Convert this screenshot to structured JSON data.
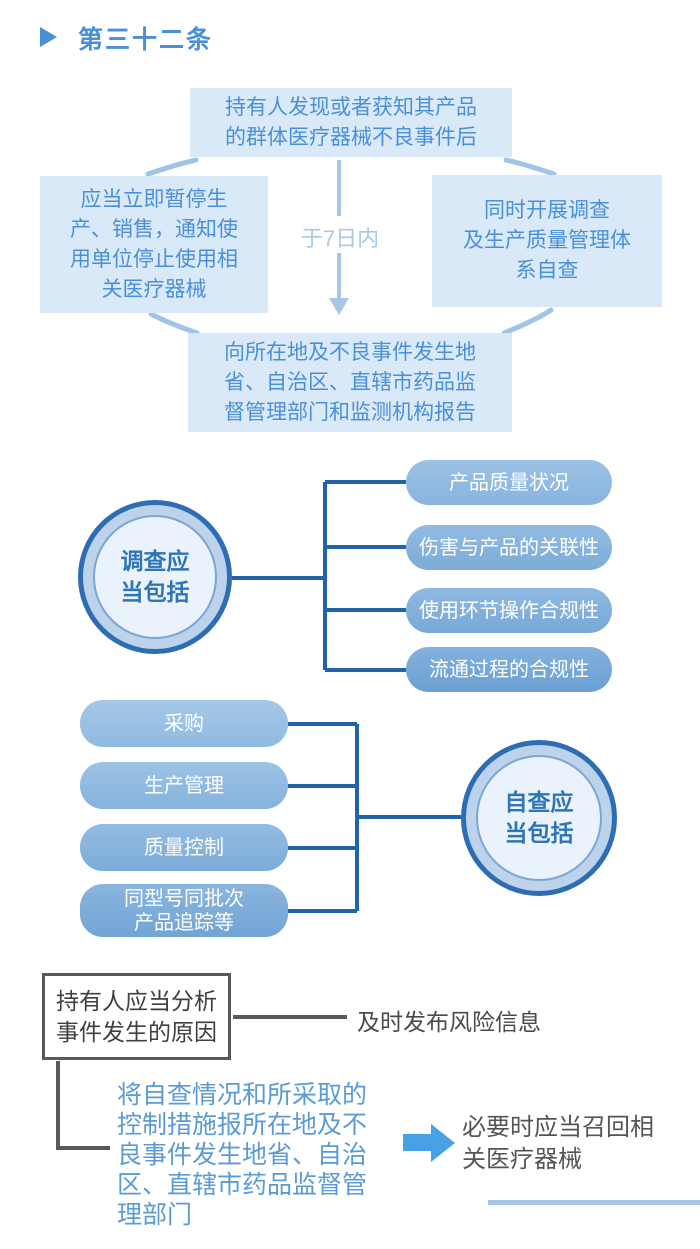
{
  "header": {
    "title": "第三十二条"
  },
  "flow": {
    "top_box": "持有人发现或者获知其产品\n的群体医疗器械不良事件后",
    "left_box": "应当立即暂停生\n产、销售，通知使\n用单位停止使用相\n关医疗器械",
    "right_box": "同时开展调查\n及生产质量管理体\n系自查",
    "bottom_box": "向所在地及不良事件发生地\n省、自治区、直辖市药品监\n督管理部门和监测机构报告",
    "arrow_label": "于7日内"
  },
  "investigation": {
    "circle_label": "调查应\n当包括",
    "items": [
      "产品质量状况",
      "伤害与产品的关联性",
      "使用环节操作合规性",
      "流通过程的合规性"
    ]
  },
  "self_check": {
    "circle_label": "自查应\n当包括",
    "items": [
      "采购",
      "生产管理",
      "质量控制",
      "同型号同批次\n产品追踪等"
    ]
  },
  "analysis": {
    "box": "持有人应当分析\n事件发生的原因",
    "risk_info": "及时发布风险信息",
    "report": "将自查情况和所采取的\n控制措施报所在地及不\n良事件发生地省、自治\n区、直辖市药品监督管\n理部门",
    "recall": "必要时应当召回相\n关医疗器械"
  },
  "colors": {
    "accent_blue": "#4a90d9",
    "box_fill": "#d9e9f7",
    "light_connector": "#9fc4e8",
    "dark_connector": "#2163ac",
    "circle_stroke": "#2e6db4",
    "circle_band": "#bdd3ec",
    "circle_fill": "#eaf2fb",
    "pill_blue": "#84b2dc",
    "gray": "#595959",
    "paragraph_blue": "#5b9bd5",
    "arrow_blue": "#48a1e5"
  }
}
